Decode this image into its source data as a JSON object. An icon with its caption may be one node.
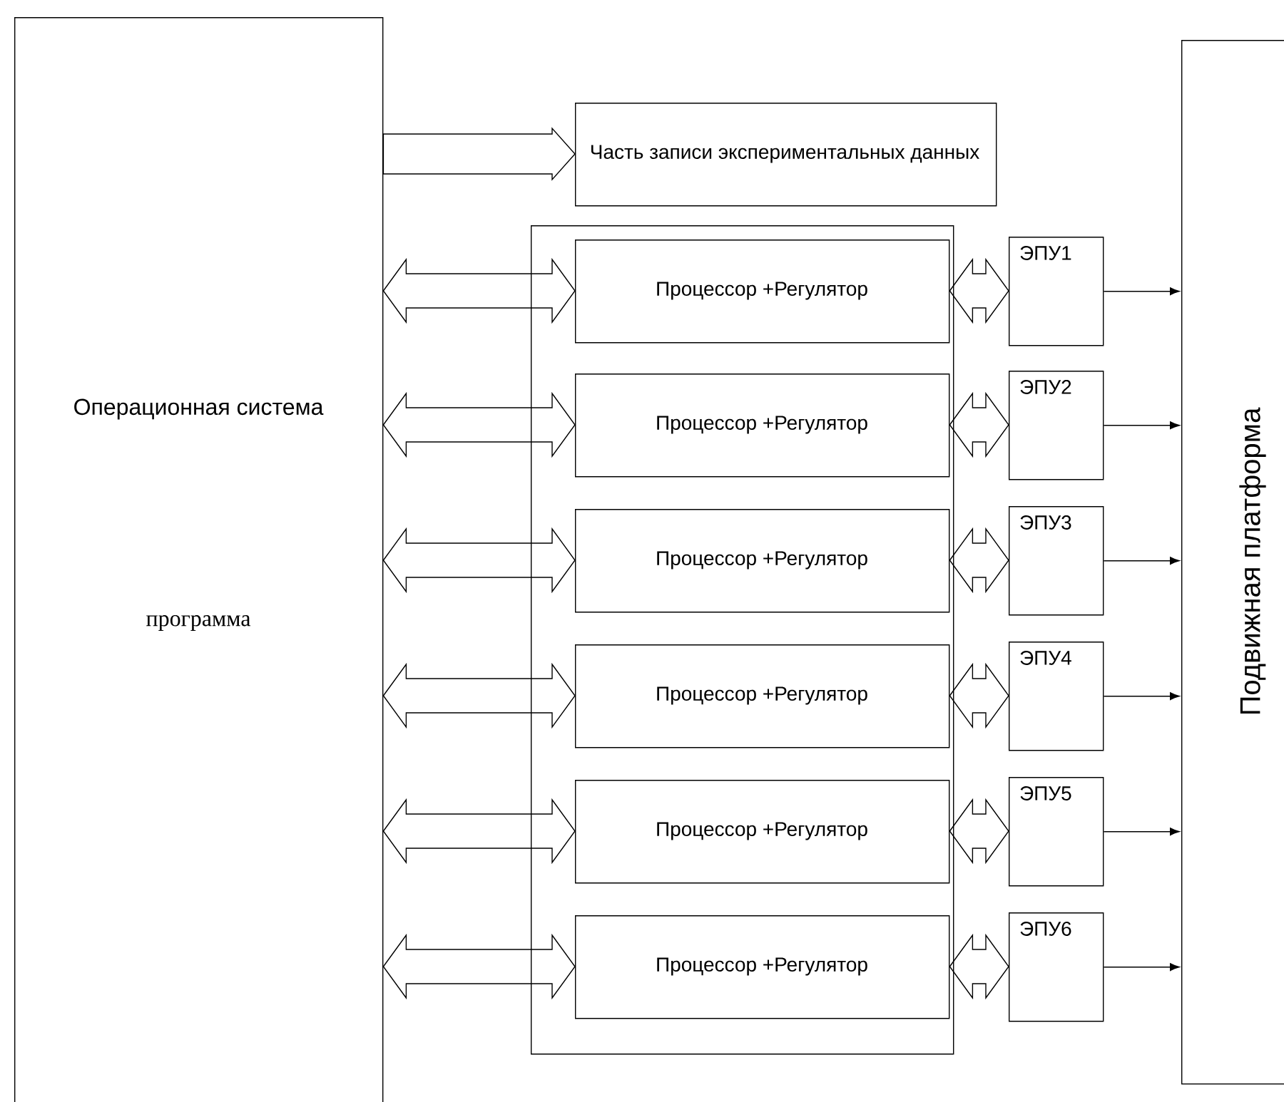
{
  "diagram": {
    "nodes": [
      {
        "text": [
          "Операционная система",
          "программа"
        ]
      },
      {
        "text": [
          "Часть записи экспериментальных данных"
        ]
      },
      {
        "text": [],
        "shape": "box"
      },
      {
        "text": [
          "Процессор +Регулятор"
        ],
        "in": 2
      },
      {
        "text": [
          "Процессор +Регулятор"
        ],
        "in": 2
      },
      {
        "text": [
          "Процессор +Регулятор"
        ],
        "in": 2
      },
      {
        "text": [
          "Процессор +Регулятор"
        ],
        "in": 2
      },
      {
        "text": [
          "Процессор +Регулятор"
        ],
        "in": 2
      },
      {
        "text": [
          "Процессор +Регулятор"
        ],
        "in": 2
      },
      {
        "text": [
          "ЭПУ1"
        ]
      },
      {
        "text": [
          "ЭПУ2"
        ]
      },
      {
        "text": [
          "ЭПУ3"
        ]
      },
      {
        "text": [
          "ЭПУ4"
        ]
      },
      {
        "text": [
          "ЭПУ5"
        ]
      },
      {
        "text": [
          "ЭПУ6"
        ]
      },
      {
        "text": [
          "Подвижная платформа"
        ]
      }
    ],
    "edges": [
      {
        "from": 0,
        "to": 1,
        "arrow": "to",
        "style": "thick"
      },
      {
        "from": 0,
        "to": 3,
        "arrow": "both",
        "style": "thick"
      },
      {
        "from": 0,
        "to": 4,
        "arrow": "both",
        "style": "thick"
      },
      {
        "from": 0,
        "to": 5,
        "arrow": "both",
        "style": "thick"
      },
      {
        "from": 0,
        "to": 6,
        "arrow": "both",
        "style": "thick"
      },
      {
        "from": 0,
        "to": 7,
        "arrow": "both",
        "style": "thick"
      },
      {
        "from": 0,
        "to": 8,
        "arrow": "both",
        "style": "thick"
      },
      {
        "from": 3,
        "to": 9,
        "arrow": "both",
        "style": "thick"
      },
      {
        "from": 4,
        "to": 10,
        "arrow": "both",
        "style": "thick"
      },
      {
        "from": 5,
        "to": 11,
        "arrow": "both",
        "style": "thick"
      },
      {
        "from": 6,
        "to": 12,
        "arrow": "both",
        "style": "thick"
      },
      {
        "from": 7,
        "to": 13,
        "arrow": "both",
        "style": "thick"
      },
      {
        "from": 8,
        "to": 14,
        "arrow": "both",
        "style": "thick"
      },
      {
        "from": 9,
        "to": 15,
        "arrow": "to"
      },
      {
        "from": 10,
        "to": 15,
        "arrow": "to"
      },
      {
        "from": 11,
        "to": 15,
        "arrow": "to"
      },
      {
        "from": 12,
        "to": 15,
        "arrow": "to"
      },
      {
        "from": 13,
        "to": 15,
        "arrow": "to"
      },
      {
        "from": 14,
        "to": 15,
        "arrow": "to"
      }
    ]
  }
}
